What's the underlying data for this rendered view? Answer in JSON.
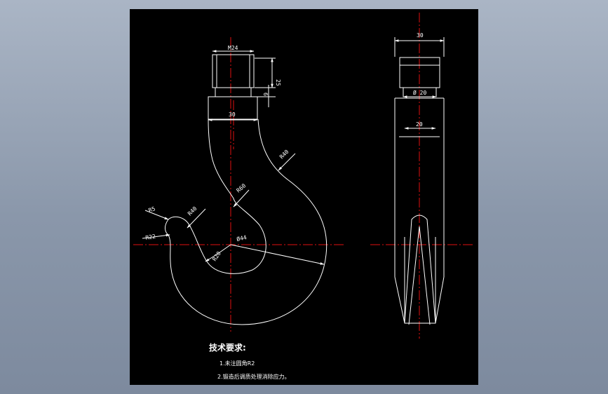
{
  "dimensions": {
    "thread": "M24",
    "neck_length": "25",
    "groove": "6",
    "shank_width": "30",
    "r40_outer": "R40",
    "r60": "R60",
    "r5": "R5",
    "r40_inner": "R40",
    "r22": "R22",
    "phi_outer": "Ø44",
    "r20": "R20",
    "side_width_top": "30",
    "side_dia": "Ø 20",
    "side_width_inner": "20"
  },
  "notes": {
    "title": "技术要求:",
    "item1": "1.未注圆角R2",
    "item2": "2.锻造后调质处理消除应力。"
  },
  "colors": {
    "background": "#000000",
    "outline": "#ffffff",
    "centerline": "#e01010"
  }
}
